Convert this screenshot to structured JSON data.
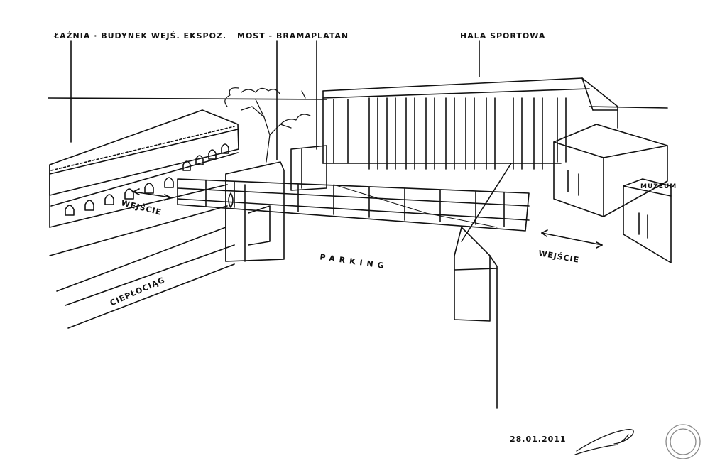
{
  "labels": {
    "baths": "ŁAŹNIA · BUDYNEK WEJŚ. EKSPOZ.",
    "bridge": "MOST - BRAMA",
    "plane_tree": "PLATAN",
    "sports_hall": "HALA SPORTOWA",
    "museum": "MUZEUM",
    "entrance_left": "WEJŚCIE",
    "entrance_right": "WEJŚCIE",
    "parking": "PARKING",
    "heat_pipe": "CIEPŁOCIĄG"
  },
  "date": "28.01.2011",
  "stroke_color": "#111111",
  "background_color": "#ffffff"
}
